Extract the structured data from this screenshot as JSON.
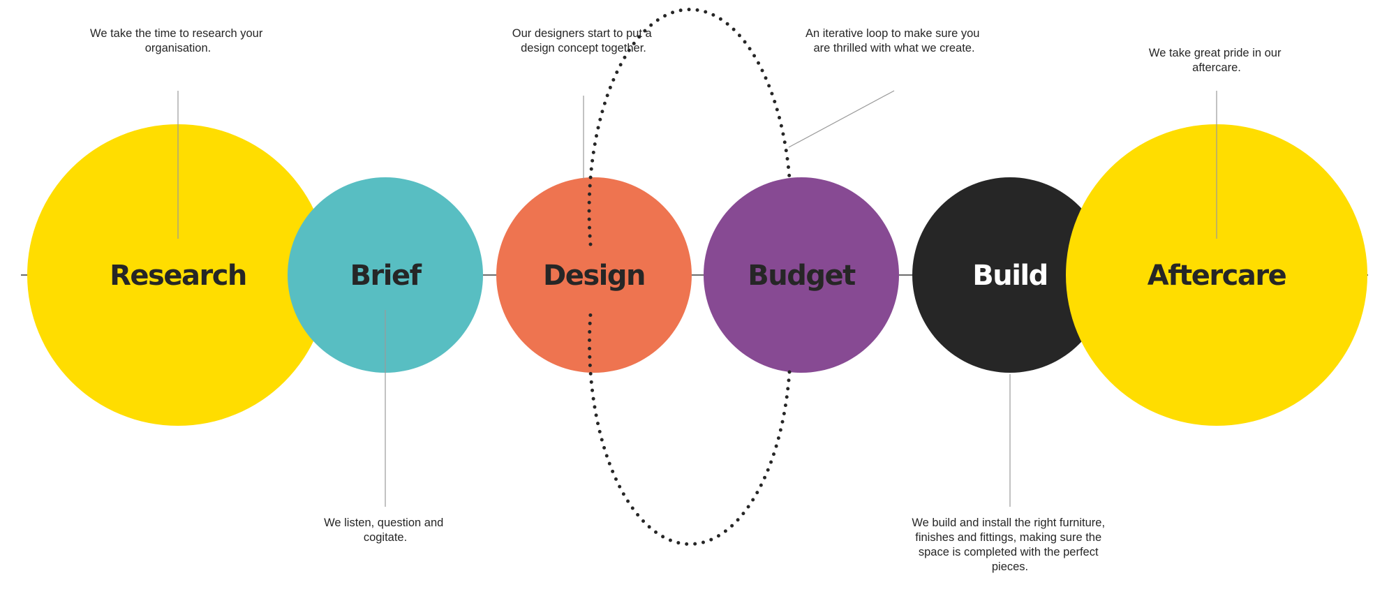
{
  "stages": [
    {
      "id": "research",
      "label": "Research",
      "fill": "#FFDD00",
      "text_color": "#262626"
    },
    {
      "id": "brief",
      "label": "Brief",
      "fill": "#58BEC2",
      "text_color": "#262626"
    },
    {
      "id": "design",
      "label": "Design",
      "fill": "#EE7450",
      "text_color": "#262626"
    },
    {
      "id": "budget",
      "label": "Budget",
      "fill": "#874A93",
      "text_color": "#262626"
    },
    {
      "id": "build",
      "label": "Build",
      "fill": "#262626",
      "text_color": "#FFFFFF"
    },
    {
      "id": "aftercare",
      "label": "Aftercare",
      "fill": "#FFDD00",
      "text_color": "#262626"
    }
  ],
  "descriptions": {
    "research": [
      "We take the time to research your",
      "organisation."
    ],
    "brief": [
      "We listen, question and",
      "cogitate."
    ],
    "design": [
      "Our designers start to put a",
      "design concept together."
    ],
    "loop": [
      "An iterative loop to make sure you",
      "are thrilled with what we create."
    ],
    "build": [
      "We build and install the right furniture,",
      "finishes and fittings, making sure the",
      "space is completed with the perfect",
      "pieces."
    ],
    "aftercare": [
      "We take great pride in our",
      "aftercare."
    ]
  },
  "colors": {
    "line": "#3a3a3a",
    "leader": "#9a9a9a",
    "dots": "#262626"
  }
}
